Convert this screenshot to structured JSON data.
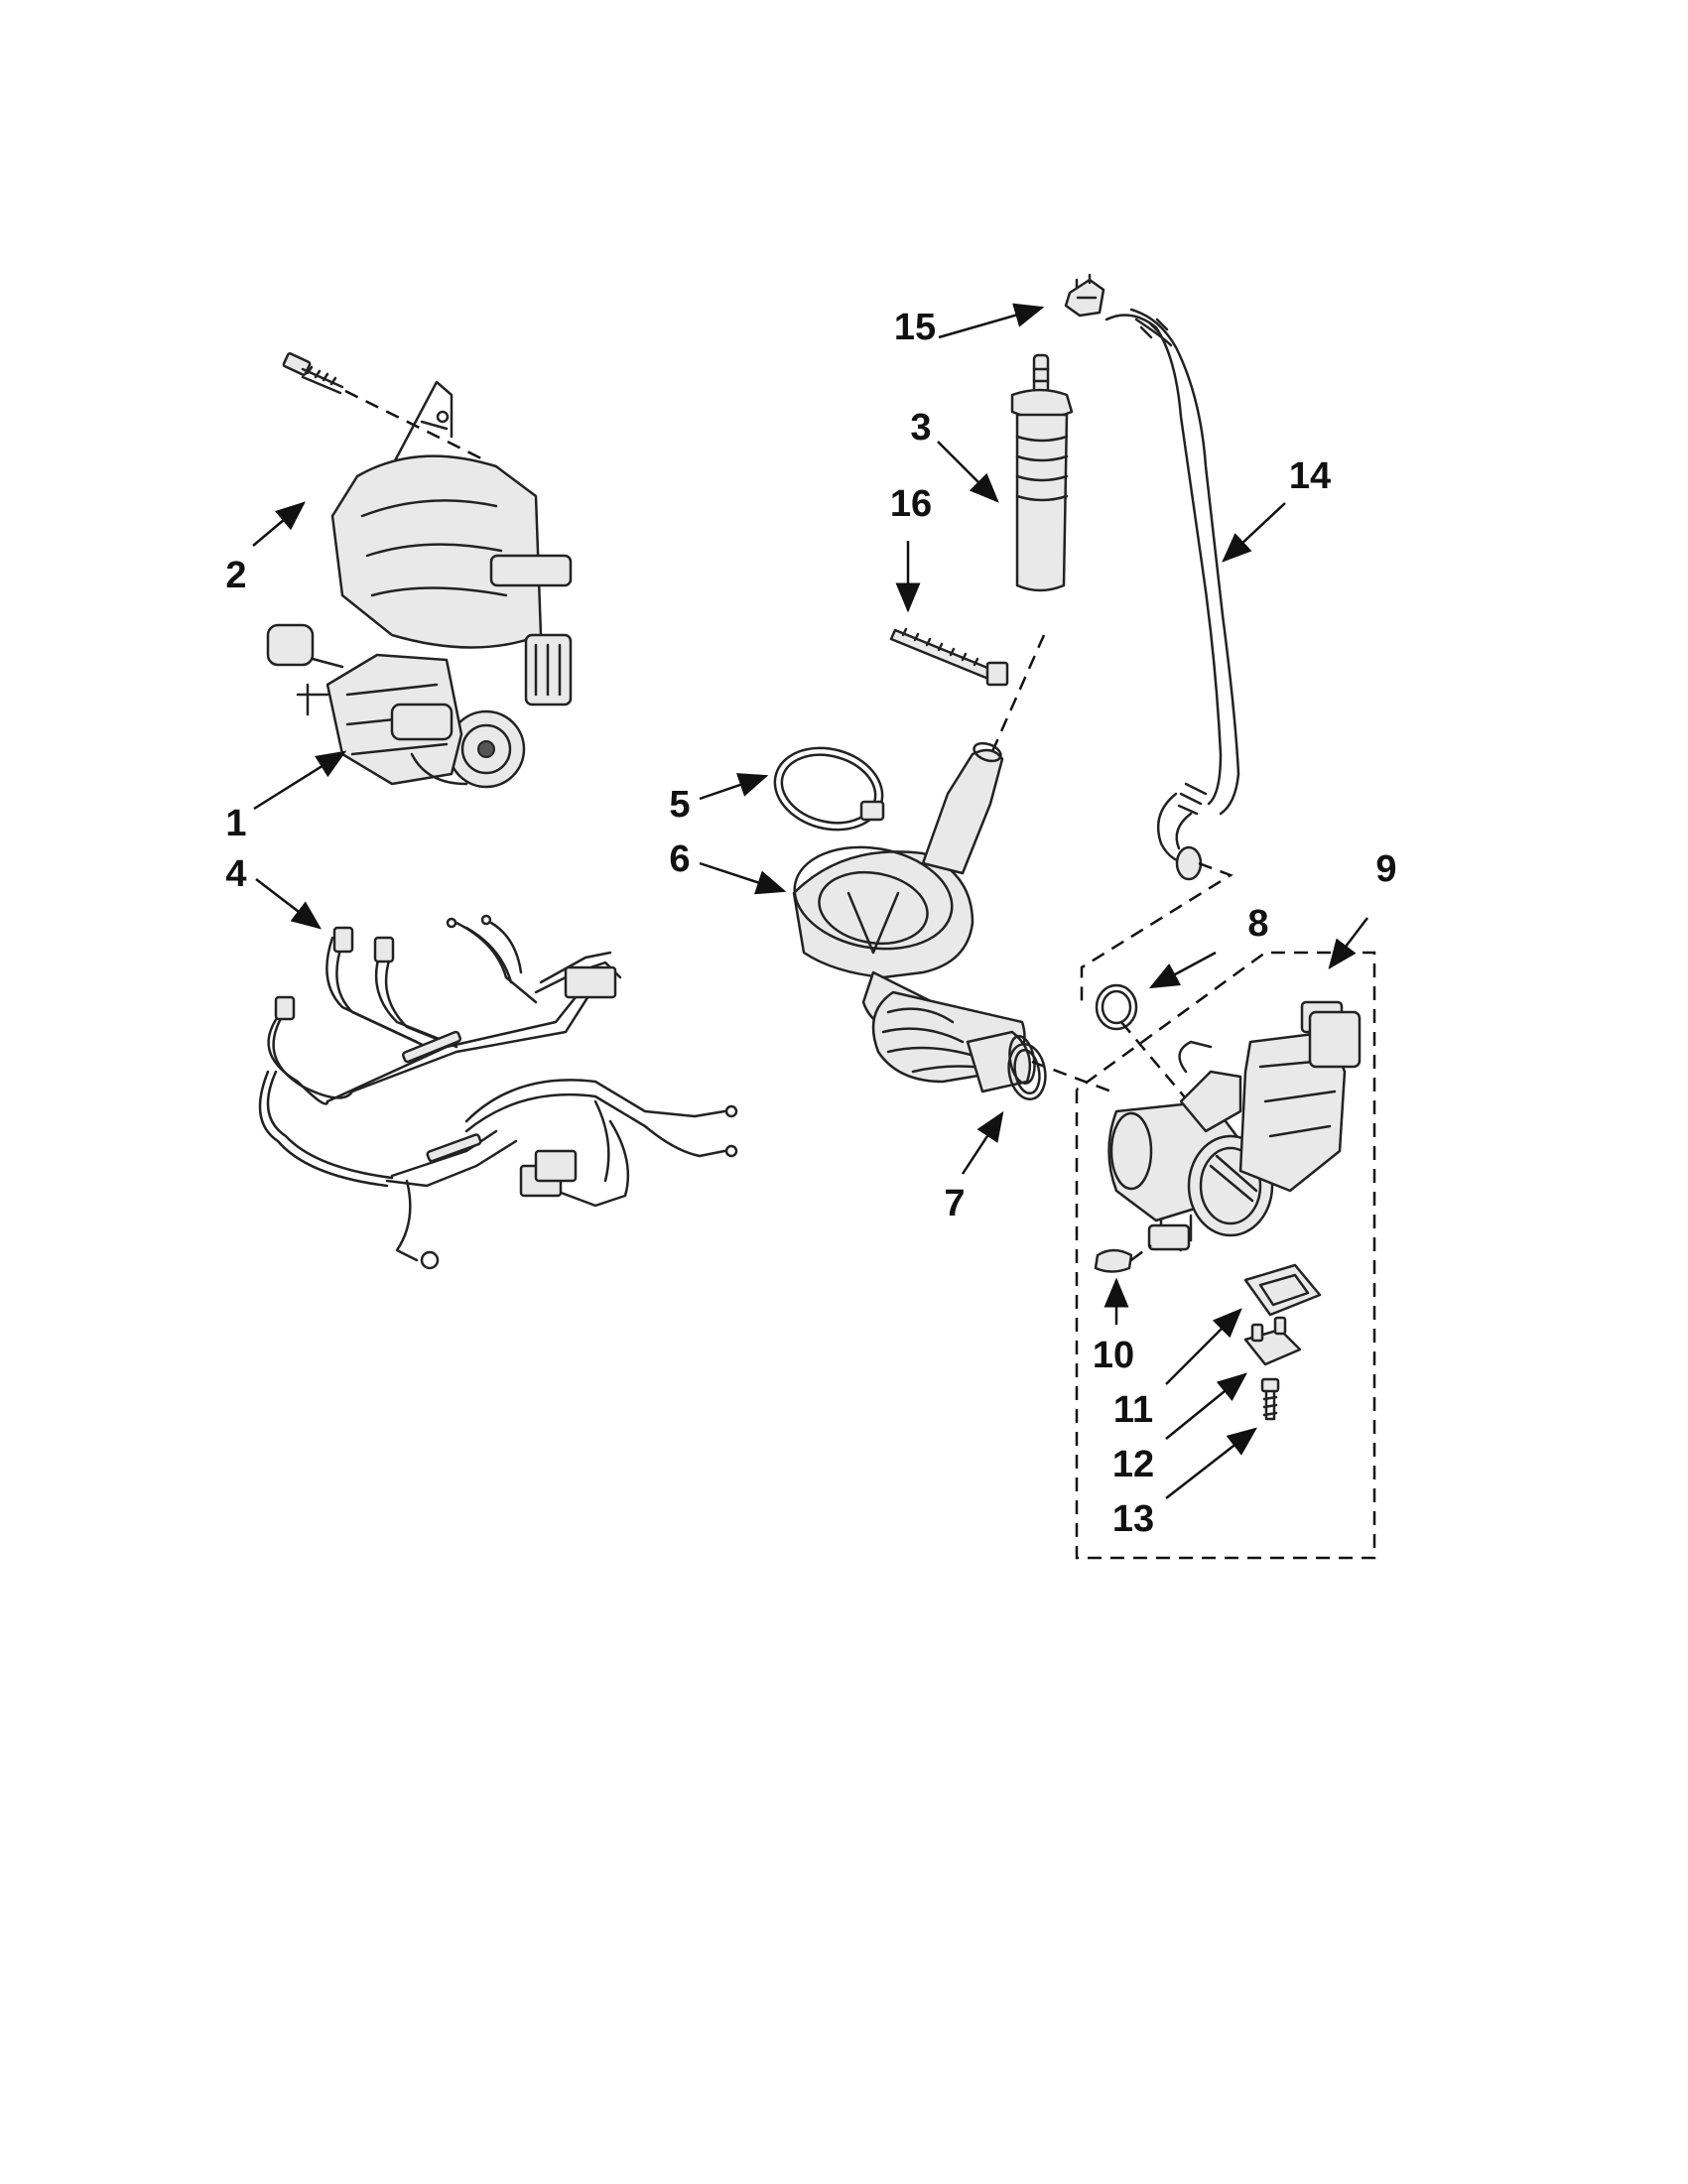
{
  "diagram": {
    "callouts": [
      {
        "id": "1",
        "text": "1"
      },
      {
        "id": "2",
        "text": "2"
      },
      {
        "id": "3",
        "text": "3"
      },
      {
        "id": "4",
        "text": "4"
      },
      {
        "id": "5",
        "text": "5"
      },
      {
        "id": "6",
        "text": "6"
      },
      {
        "id": "7",
        "text": "7"
      },
      {
        "id": "8",
        "text": "8"
      },
      {
        "id": "9",
        "text": "9"
      },
      {
        "id": "10",
        "text": "10"
      },
      {
        "id": "11",
        "text": "11"
      },
      {
        "id": "12",
        "text": "12"
      },
      {
        "id": "13",
        "text": "13"
      },
      {
        "id": "14",
        "text": "14"
      },
      {
        "id": "15",
        "text": "15"
      },
      {
        "id": "16",
        "text": "16"
      }
    ]
  },
  "colors": {
    "line": "#222222",
    "background": "#ffffff"
  }
}
